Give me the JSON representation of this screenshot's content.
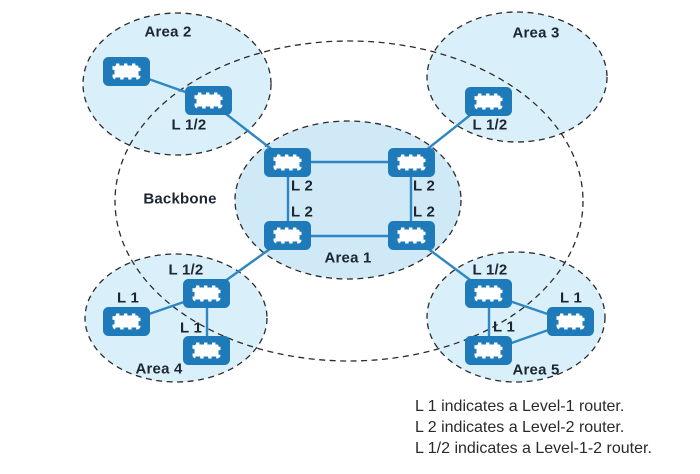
{
  "diagram_type": "IS-IS router level network areas diagram",
  "areas": [
    {
      "id": "area2",
      "label": "Area 2"
    },
    {
      "id": "area3",
      "label": "Area 3"
    },
    {
      "id": "backbone",
      "label": "Backbone"
    },
    {
      "id": "area1",
      "label": "Area 1"
    },
    {
      "id": "area4",
      "label": "Area 4"
    },
    {
      "id": "area5",
      "label": "Area 5"
    }
  ],
  "routers": [
    {
      "id": "area2-router-plain",
      "area": "Area 2",
      "label": ""
    },
    {
      "id": "area2-router-l12",
      "area": "Area 2",
      "label": "L 1/2"
    },
    {
      "id": "area3-router-l12",
      "area": "Area 3",
      "label": "L 1/2"
    },
    {
      "id": "area1-router-top-left",
      "area": "Area 1",
      "label": "L 2"
    },
    {
      "id": "area1-router-top-right",
      "area": "Area 1",
      "label": "L 2"
    },
    {
      "id": "area1-router-bottom-left",
      "area": "Area 1",
      "label": "L 2"
    },
    {
      "id": "area1-router-bottom-right",
      "area": "Area 1",
      "label": "L 2"
    },
    {
      "id": "area4-router-l12",
      "area": "Area 4",
      "label": "L 1/2"
    },
    {
      "id": "area4-router-l1-left",
      "area": "Area 4",
      "label": "L 1"
    },
    {
      "id": "area4-router-l1-bottom",
      "area": "Area 4",
      "label": "L 1"
    },
    {
      "id": "area5-router-l12",
      "area": "Area 5",
      "label": "L 1/2"
    },
    {
      "id": "area5-router-l1-right",
      "area": "Area 5",
      "label": "L 1"
    },
    {
      "id": "area5-router-l1-bottom",
      "area": "Area 5",
      "label": "L 1"
    }
  ],
  "links": [
    "area2-router-plain to area2-router-l12",
    "area2-router-l12 to area1-router-top-left",
    "area3-router-l12 to area1-router-top-right",
    "area1-router-top-left to area1-router-top-right",
    "area1-router-top-left to area1-router-bottom-left",
    "area1-router-top-right to area1-router-bottom-right",
    "area1-router-bottom-left to area1-router-bottom-right",
    "area1-router-bottom-left to area4-router-l12",
    "area1-router-bottom-right to area5-router-l12",
    "area4-router-l1-left to area4-router-l12",
    "area4-router-l12 to area4-router-l1-bottom",
    "area5-router-l12 to area5-router-l1-right",
    "area5-router-l12 to area5-router-l1-bottom",
    "area5-router-l1-bottom to area5-router-l1-right"
  ],
  "legend": {
    "lines": [
      "L 1 indicates a Level-1 router.",
      "L 2 indicates a Level-2 router.",
      "L 1/2 indicates a Level-1-2 router."
    ]
  },
  "colors": {
    "router_fill": "#1e7ab8",
    "link_stroke": "#2e87c2",
    "corner_area_fill": "#d9f0fb",
    "area1_fill": "#cfe9f7",
    "dashed_outline": "#2b2b2b",
    "label_text": "#1d2531",
    "legend_text": "#2a2a2a",
    "background": "#ffffff"
  }
}
